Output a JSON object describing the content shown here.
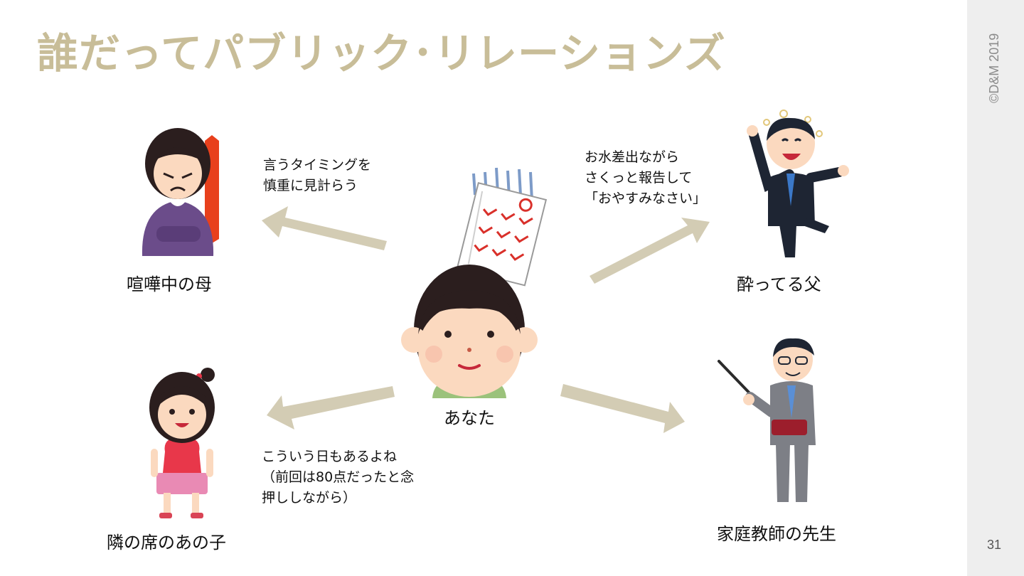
{
  "slide": {
    "title": "誰だってパブリック･リレーションズ",
    "copyright": "©D&M 2019",
    "page_number": "31"
  },
  "center": {
    "label": "あなた"
  },
  "people": [
    {
      "label": "喧嘩中の母"
    },
    {
      "label": "酔ってる父"
    },
    {
      "label": "隣の席のあの子"
    },
    {
      "label": "家庭教師の先生"
    }
  ],
  "notes": {
    "mother": [
      "言うタイミングを",
      "慎重に見計らう"
    ],
    "father": [
      "お水差出ながら",
      "さくっと報告して",
      "「おやすみなさい」"
    ],
    "girl": [
      "こういう日もあるよね",
      "（前回は80点だったと念",
      "押ししながら）"
    ]
  },
  "colors": {
    "title": "#c8bd98",
    "arrow": "#d3ccb4",
    "sidebar": "#eeeeee",
    "check": "#d9302a"
  }
}
